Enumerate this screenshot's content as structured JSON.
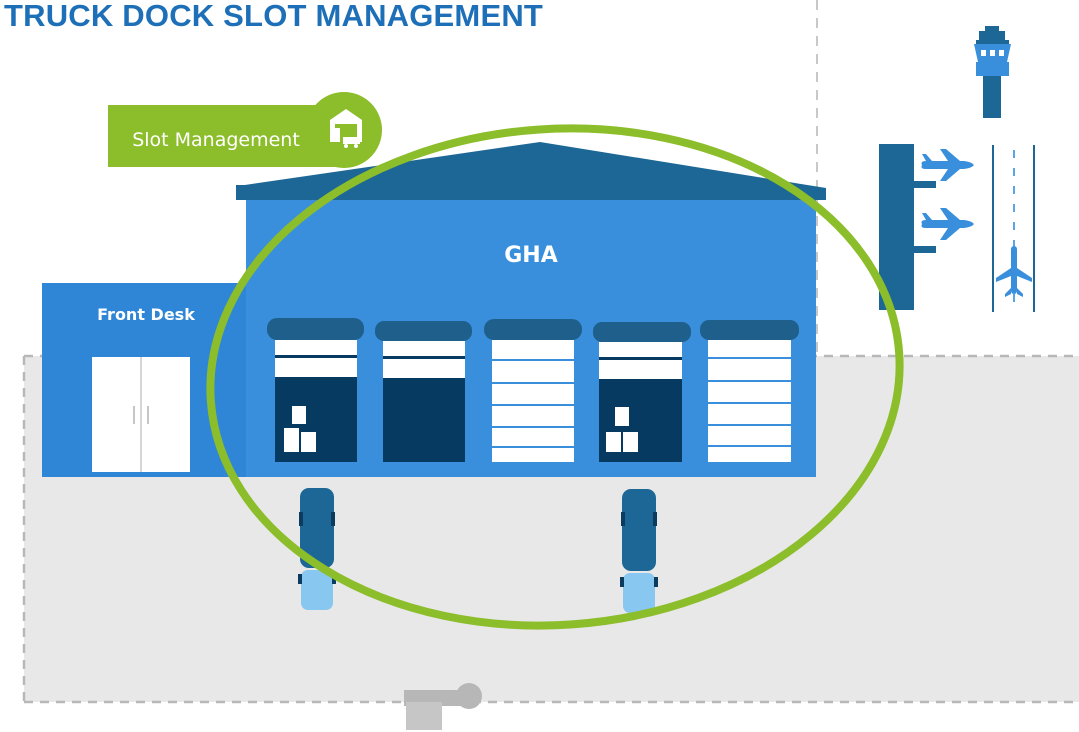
{
  "title": "TRUCK DOCK SLOT MANAGEMENT",
  "slot_badge": {
    "label": "Slot Management",
    "icon": "warehouse-truck-icon"
  },
  "warehouse": {
    "label": "GHA",
    "doors": [
      {
        "state": "partly-open-with-cargo"
      },
      {
        "state": "partly-open-empty"
      },
      {
        "state": "closed"
      },
      {
        "state": "partly-open-with-cargo"
      },
      {
        "state": "closed"
      }
    ]
  },
  "front_desk": {
    "label": "Front Desk"
  },
  "airside": {
    "icons": [
      "control-tower-icon",
      "airplane-icon",
      "airplane-icon",
      "airplane-icon"
    ]
  },
  "colors": {
    "title": "#1d6fb8",
    "building_main": "#3a8fdc",
    "roof": "#1c6796",
    "door_dark": "#073a60",
    "door_frame": "#1f5f8c",
    "highlight_ring": "#8cbd2a",
    "yard": "#e8e8e8",
    "truck_body": "#1c6796",
    "truck_cab": "#88c7f0"
  }
}
